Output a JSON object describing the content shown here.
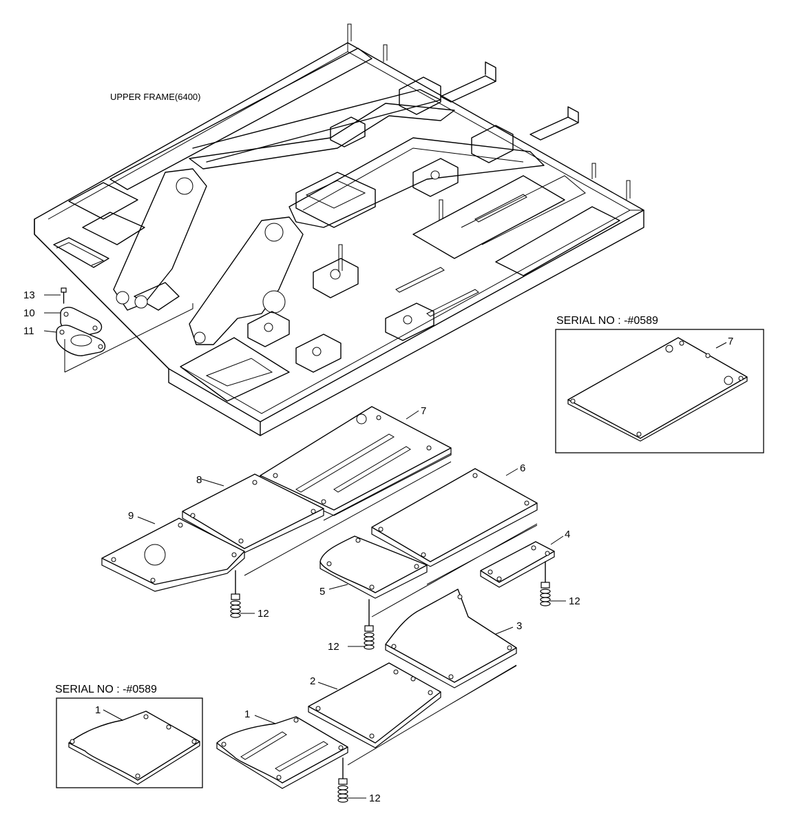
{
  "diagram": {
    "frame_label": "UPPER FRAME(6400)",
    "inset_right_title": "SERIAL NO : -#0589",
    "inset_left_title": "SERIAL NO : -#0589",
    "callouts": {
      "p1": "1",
      "p1_inset": "1",
      "p2": "2",
      "p3": "3",
      "p4": "4",
      "p5": "5",
      "p6": "6",
      "p7": "7",
      "p7_inset": "7",
      "p8": "8",
      "p9": "9",
      "p10": "10",
      "p11": "11",
      "p12_a": "12",
      "p12_b": "12",
      "p12_c": "12",
      "p12_d": "12",
      "p13": "13"
    }
  }
}
